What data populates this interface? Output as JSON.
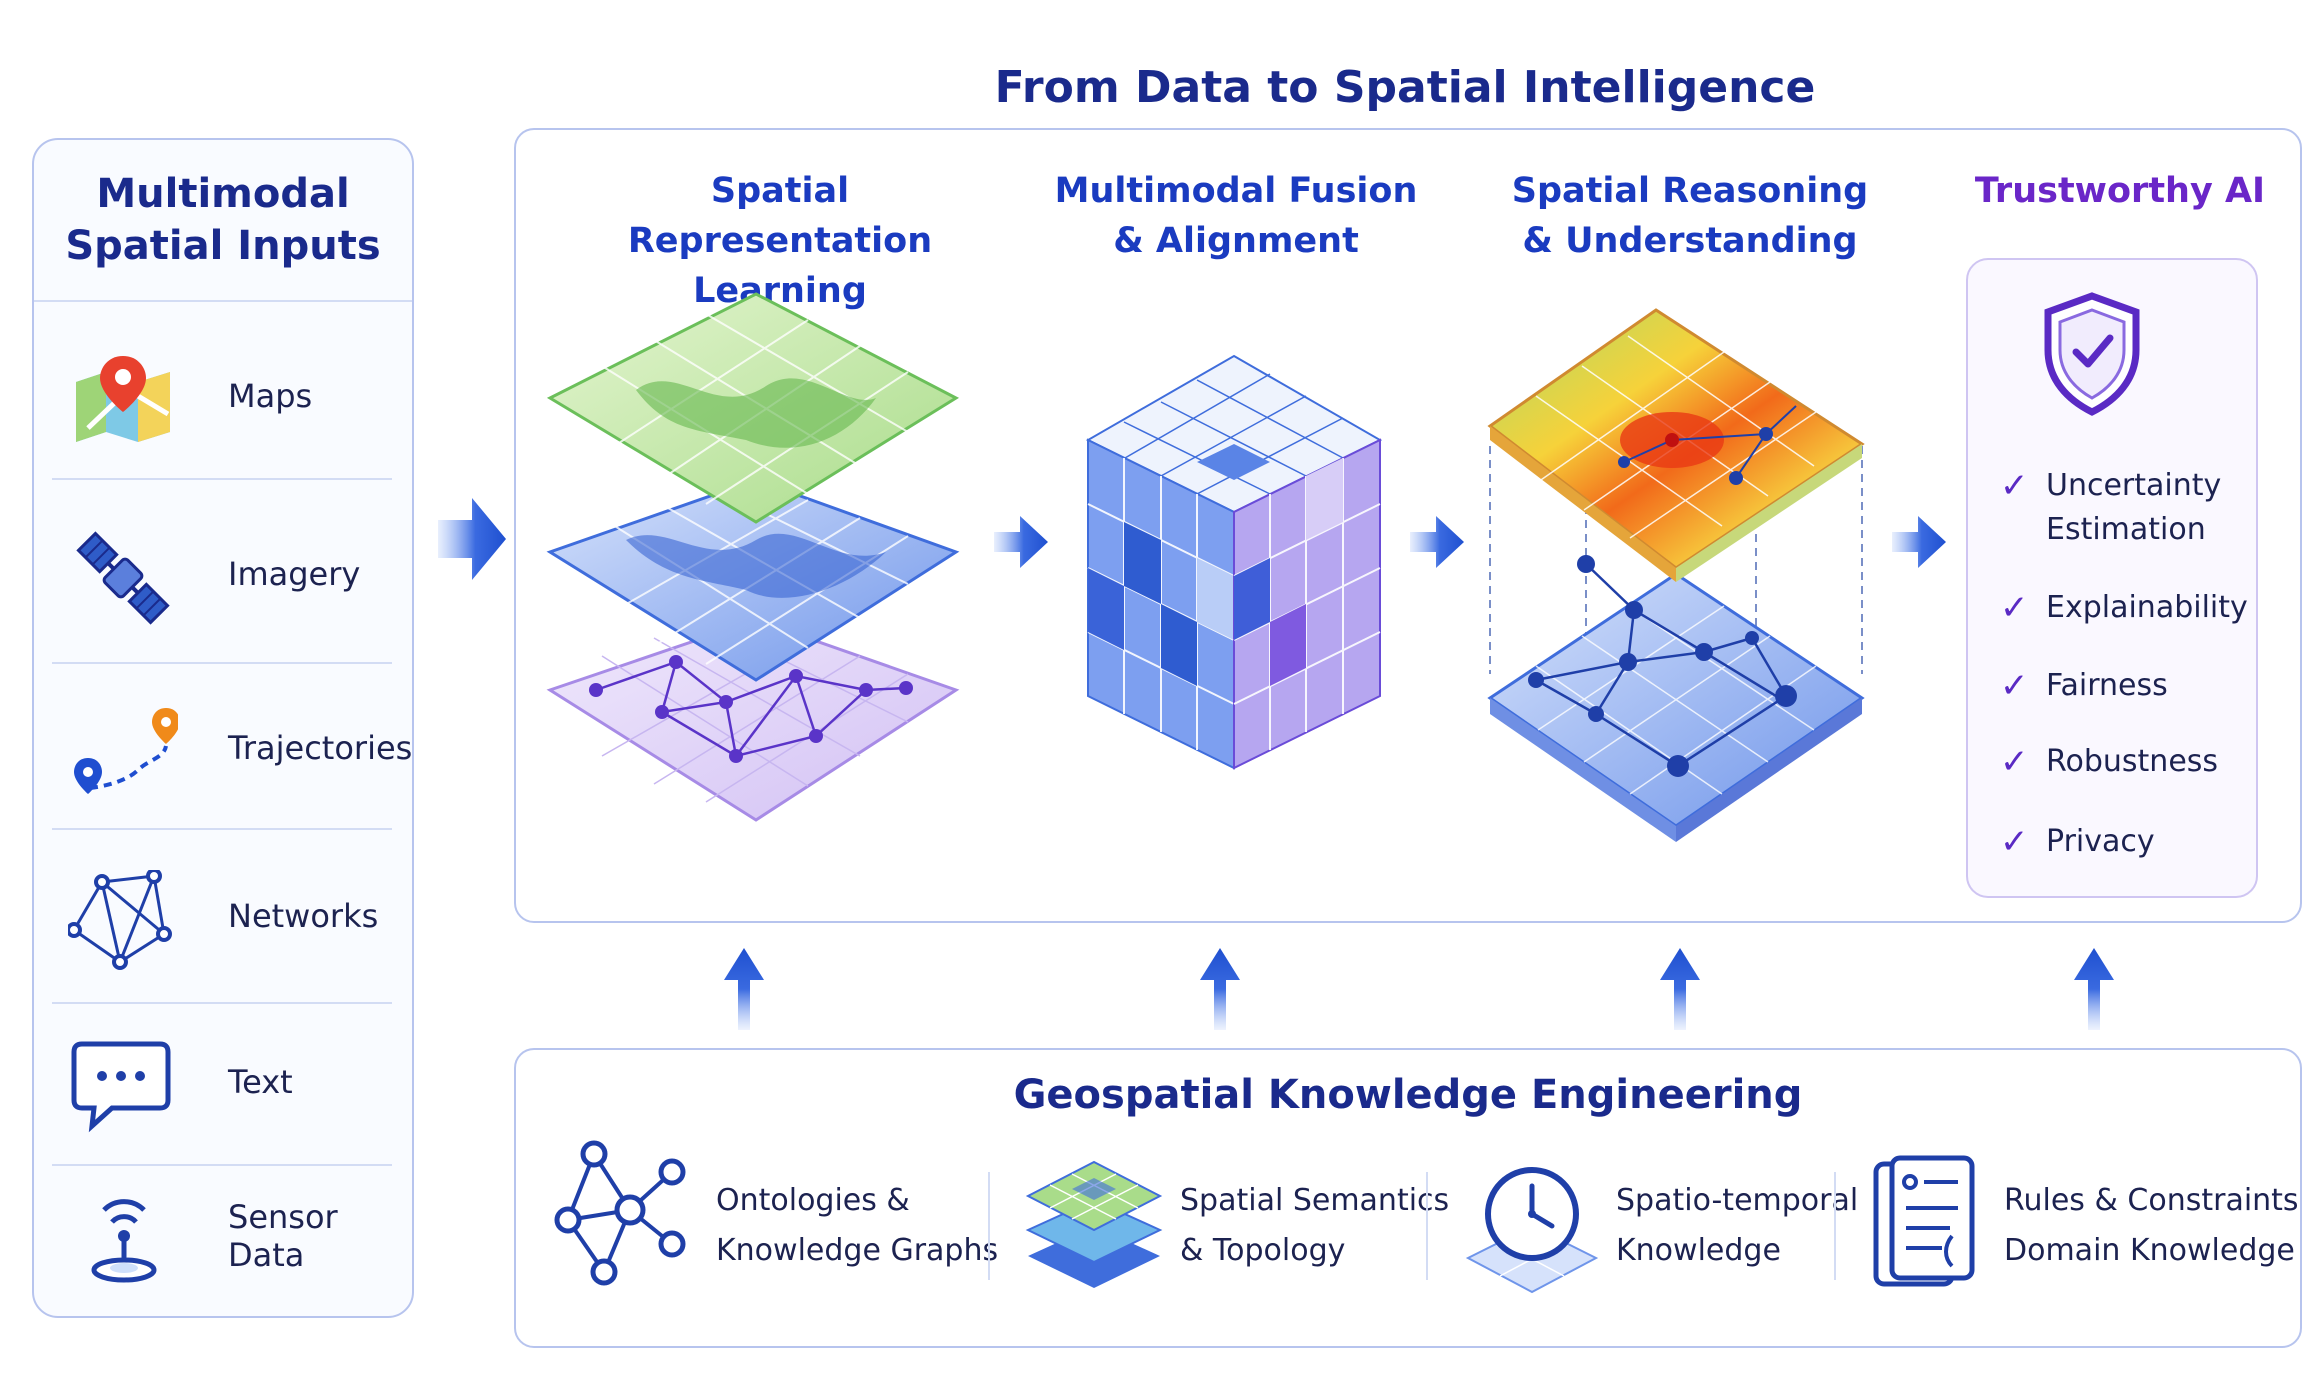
{
  "title": "From Data to Spatial Intelligence",
  "inputs": {
    "title_line1": "Multimodal",
    "title_line2": "Spatial Inputs",
    "items": [
      {
        "label": "Maps",
        "icon": "map-pin-icon"
      },
      {
        "label": "Imagery",
        "icon": "satellite-icon"
      },
      {
        "label": "Trajectories",
        "icon": "trajectory-icon"
      },
      {
        "label": "Networks",
        "icon": "network-icon"
      },
      {
        "label": "Text",
        "icon": "chat-bubble-icon"
      },
      {
        "label": "Sensor Data",
        "icon": "sensor-icon"
      }
    ]
  },
  "stages": [
    {
      "line1": "Spatial Representation",
      "line2": "Learning"
    },
    {
      "line1": "Multimodal Fusion",
      "line2": "& Alignment"
    },
    {
      "line1": "Spatial Reasoning",
      "line2": "& Understanding"
    },
    {
      "line1": "Trustworthy AI",
      "line2": ""
    }
  ],
  "trust_items": [
    {
      "line1": "Uncertainty",
      "line2": "Estimation"
    },
    {
      "line1": "Explainability",
      "line2": ""
    },
    {
      "line1": "Fairness",
      "line2": ""
    },
    {
      "line1": "Robustness",
      "line2": ""
    },
    {
      "line1": "Privacy",
      "line2": ""
    }
  ],
  "knowledge": {
    "title": "Geospatial Knowledge Engineering",
    "items": [
      {
        "line1": "Ontologies &",
        "line2": "Knowledge Graphs",
        "icon": "knowledge-graph-icon"
      },
      {
        "line1": "Spatial Semantics",
        "line2": "& Topology",
        "icon": "layers-icon"
      },
      {
        "line1": "Spatio-temporal",
        "line2": "Knowledge",
        "icon": "clock-icon"
      },
      {
        "line1": "Rules & Constraints",
        "line2": "Domain Knowledge",
        "icon": "document-icon"
      }
    ]
  },
  "colors": {
    "title": "#1a2a8c",
    "stage_title": "#1a3bc0",
    "trust_title": "#6a26c8",
    "arrow": "#2a5ad8",
    "panel_border": "#b7c4ee"
  }
}
